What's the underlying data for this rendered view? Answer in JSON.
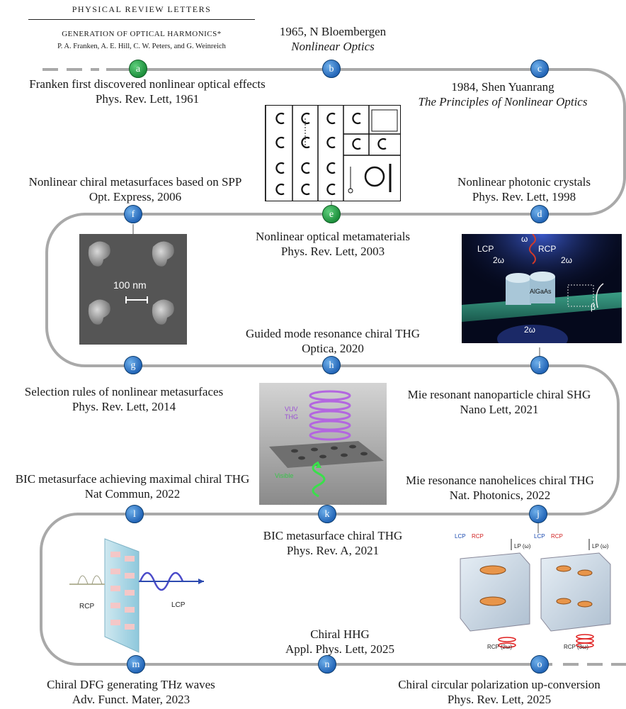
{
  "paper": {
    "journal": "PHYSICAL REVIEW LETTERS",
    "title": "GENERATION OF OPTICAL HARMONICS*",
    "authors": "P. A. Franken, A. E. Hill, C. W. Peters, and G. Weinreich"
  },
  "milestones": [
    {
      "id": "a",
      "line1": "Franken first discovered nonlinear optical effects",
      "line2": "Phys. Rev. Lett, 1961"
    },
    {
      "id": "b",
      "line1": "1965, N Bloembergen",
      "line2": "Nonlinear Optics"
    },
    {
      "id": "c",
      "line1": "1984, Shen Yuanrang",
      "line2": "The Principles of Nonlinear Optics"
    },
    {
      "id": "d",
      "line1": "Nonlinear photonic crystals",
      "line2": "Phys. Rev. Lett, 1998"
    },
    {
      "id": "e",
      "line1": "Nonlinear optical metamaterials",
      "line2": "Phys. Rev. Lett, 2003"
    },
    {
      "id": "f",
      "line1": "Nonlinear chiral metasurfaces based on SPP",
      "line2": "Opt. Express, 2006"
    },
    {
      "id": "g",
      "line1": "Selection rules of nonlinear metasurfaces",
      "line2": "Phys. Rev. Lett, 2014"
    },
    {
      "id": "h",
      "line1": "Guided mode resonance chiral THG",
      "line2": "Optica, 2020"
    },
    {
      "id": "i",
      "line1": "Mie resonant nanoparticle chiral SHG",
      "line2": "Nano Lett, 2021"
    },
    {
      "id": "j",
      "line1": "Mie resonance nanohelices chiral THG",
      "line2": "Nat. Photonics, 2022"
    },
    {
      "id": "k",
      "line1": "BIC metasurface chiral THG",
      "line2": "Phys. Rev. A, 2021"
    },
    {
      "id": "l",
      "line1": "BIC metasurface achieving maximal chiral THG",
      "line2": "Nat Commun, 2022"
    },
    {
      "id": "m",
      "line1": "Chiral DFG generating THz waves",
      "line2": "Adv. Funct. Mater, 2023"
    },
    {
      "id": "n",
      "line1": "Chiral HHG",
      "line2": "Appl. Phys. Lett, 2025"
    },
    {
      "id": "o",
      "line1": "Chiral circular polarization up-conversion",
      "line2": "Phys. Rev. Lett, 2025"
    }
  ],
  "images": {
    "sem_scale": "100 nm",
    "crystal": {
      "lcp": "LCP",
      "rcp": "RCP",
      "omega": "ω",
      "two_omega": "2ω",
      "material": "AlGaAs",
      "beta": "β"
    },
    "vuv": {
      "top1": "VUV",
      "top2": "THG",
      "bottom": "Visible"
    },
    "dfg": {
      "rcp": "RCP",
      "lcp": "LCP"
    },
    "helix": {
      "lcp": "LCP",
      "rcp": "RCP",
      "lp": "LP (ω)",
      "out1": "RCP (2ω)",
      "out2": "RCP (3ω)"
    }
  },
  "colors": {
    "node_blue": "#2466b8",
    "node_green": "#1d8f3c",
    "track": "#a9a9a9"
  }
}
